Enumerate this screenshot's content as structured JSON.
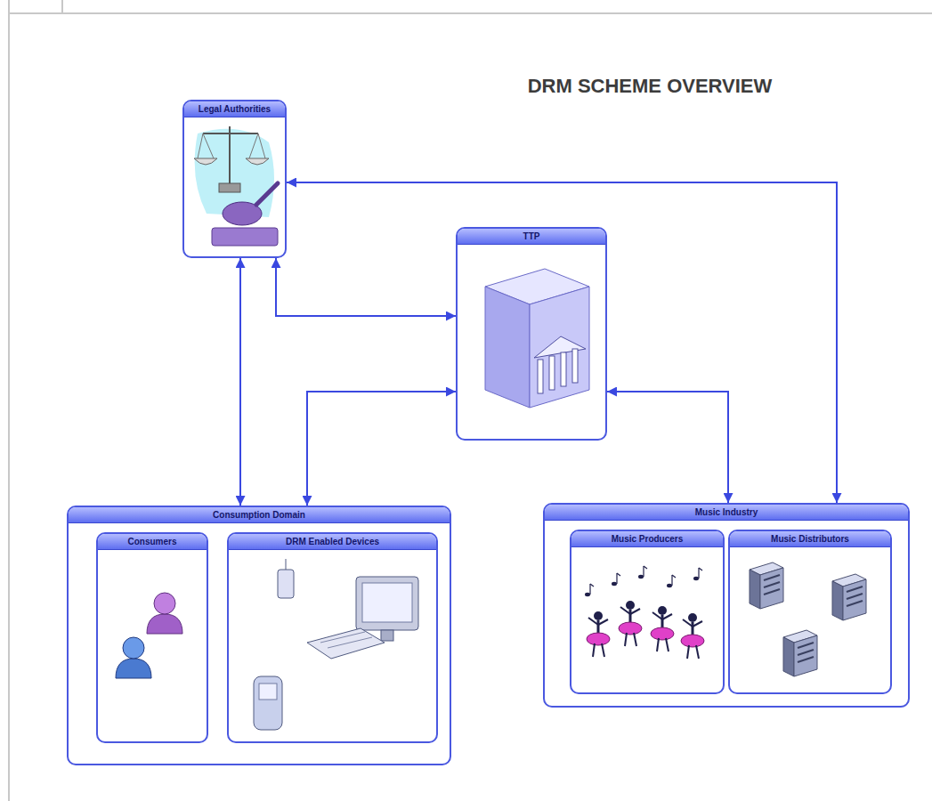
{
  "diagram": {
    "title": "DRM SCHEME OVERVIEW",
    "nodes": [
      {
        "text": [
          "Legal Authorities"
        ]
      },
      {
        "text": [
          "TTP"
        ]
      },
      {
        "text": [
          "Consumption Domain"
        ]
      },
      {
        "text": [
          "Consumers"
        ],
        "in": 2
      },
      {
        "text": [
          "DRM Enabled Devices"
        ],
        "in": 2
      },
      {
        "text": [
          "Music Industry"
        ]
      },
      {
        "text": [
          "Music Producers"
        ],
        "in": 5
      },
      {
        "text": [
          "Music Distributors"
        ],
        "in": 5
      }
    ],
    "edges": [
      {
        "from": 0,
        "to": 1,
        "arrow": "both"
      },
      {
        "from": 0,
        "to": 2,
        "arrow": "both"
      },
      {
        "from": 0,
        "to": 5,
        "arrow": "both"
      },
      {
        "from": 1,
        "to": 2,
        "arrow": "both"
      },
      {
        "from": 1,
        "to": 5,
        "arrow": "both"
      }
    ]
  }
}
